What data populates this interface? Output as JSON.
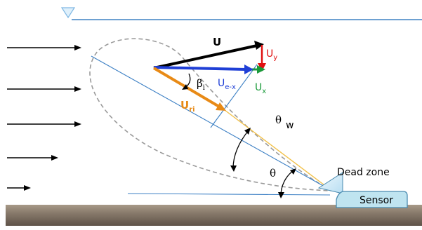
{
  "labels": {
    "u": "U",
    "uy_base": "U",
    "uy_sub": "y",
    "ux_base": "U",
    "ux_sub": "x",
    "uex_base": "U",
    "uex_sub": "e-x",
    "uri_base": "U",
    "uri_sub": "ri",
    "beta_base": "β",
    "beta_sub": "i",
    "theta_w_sym": "θ",
    "theta_w_sub": "w",
    "theta": "θ",
    "dead_zone": "Dead zone",
    "sensor": "Sensor"
  },
  "colors": {
    "water_surface": "#3f82c4",
    "surface_marker_fill": "#dff0fb",
    "surface_marker_stroke": "#7fb7e3",
    "flow_arrow": "#000000",
    "beam_lobe": "#9a9a9a",
    "beam_axis": "#3b7fc4",
    "beam_edge": "#3b7fc4",
    "velocity_u": "#000000",
    "velocity_uex": "#1f3fd6",
    "velocity_uy": "#e01010",
    "velocity_ux": "#1a9a3a",
    "velocity_uri": "#e88a16",
    "uri_line": "#f2c14a",
    "angle_arc": "#000000",
    "sensor_fill": "#bfe4f0",
    "sensor_stroke": "#4a8bb0",
    "transducer_cone": "#cfe9f7",
    "bed": "#8b7d6e",
    "text_dark": "#000000",
    "text_blue": "#1f3fd6",
    "text_red": "#e01010",
    "text_green": "#1a9a3a",
    "text_orange": "#e88a16"
  },
  "icons": {
    "water_surface_marker": "inverted-triangle-icon",
    "flow_arrows": "arrow-right-icon"
  }
}
